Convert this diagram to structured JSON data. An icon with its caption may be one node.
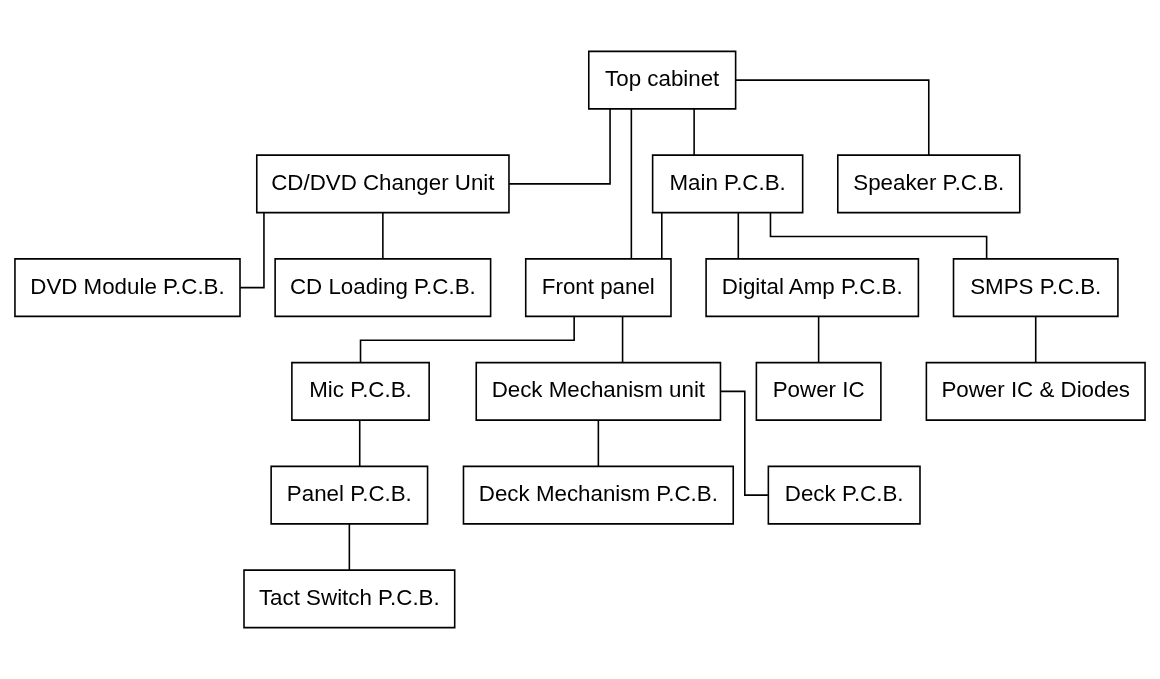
{
  "diagram": {
    "nodes": [
      {
        "text": [
          "Top cabinet"
        ]
      },
      {
        "text": [
          "CD/DVD Changer Unit"
        ]
      },
      {
        "text": [
          "Front panel"
        ]
      },
      {
        "text": [
          "Main P.C.B."
        ]
      },
      {
        "text": [
          "Speaker P.C.B."
        ]
      },
      {
        "text": [
          "DVD Module P.C.B."
        ]
      },
      {
        "text": [
          "CD Loading P.C.B."
        ]
      },
      {
        "text": [
          "Digital Amp P.C.B."
        ]
      },
      {
        "text": [
          "SMPS P.C.B."
        ]
      },
      {
        "text": [
          "Power IC"
        ]
      },
      {
        "text": [
          "Power IC & Diodes"
        ]
      },
      {
        "text": [
          "Mic P.C.B."
        ]
      },
      {
        "text": [
          "Deck Mechanism unit"
        ]
      },
      {
        "text": [
          "Panel P.C.B."
        ]
      },
      {
        "text": [
          "Tact Switch P.C.B."
        ]
      },
      {
        "text": [
          "Deck Mechanism P.C.B."
        ]
      },
      {
        "text": [
          "Deck P.C.B."
        ]
      }
    ],
    "edges": [
      {
        "from": 0,
        "to": 1,
        "arrow": "none"
      },
      {
        "from": 0,
        "to": 2,
        "arrow": "none"
      },
      {
        "from": 0,
        "to": 3,
        "arrow": "none"
      },
      {
        "from": 0,
        "to": 4,
        "arrow": "none"
      },
      {
        "from": 1,
        "to": 5,
        "arrow": "none"
      },
      {
        "from": 1,
        "to": 6,
        "arrow": "none"
      },
      {
        "from": 3,
        "to": 7,
        "arrow": "none"
      },
      {
        "from": 3,
        "to": 8,
        "arrow": "none"
      },
      {
        "from": 3,
        "to": 2,
        "arrow": "none"
      },
      {
        "from": 7,
        "to": 9,
        "arrow": "none"
      },
      {
        "from": 8,
        "to": 10,
        "arrow": "none"
      },
      {
        "from": 2,
        "to": 11,
        "arrow": "none"
      },
      {
        "from": 2,
        "to": 12,
        "arrow": "none"
      },
      {
        "from": 11,
        "to": 13,
        "arrow": "none"
      },
      {
        "from": 13,
        "to": 14,
        "arrow": "none"
      },
      {
        "from": 12,
        "to": 15,
        "arrow": "none"
      },
      {
        "from": 12,
        "to": 16,
        "arrow": "none"
      }
    ]
  }
}
